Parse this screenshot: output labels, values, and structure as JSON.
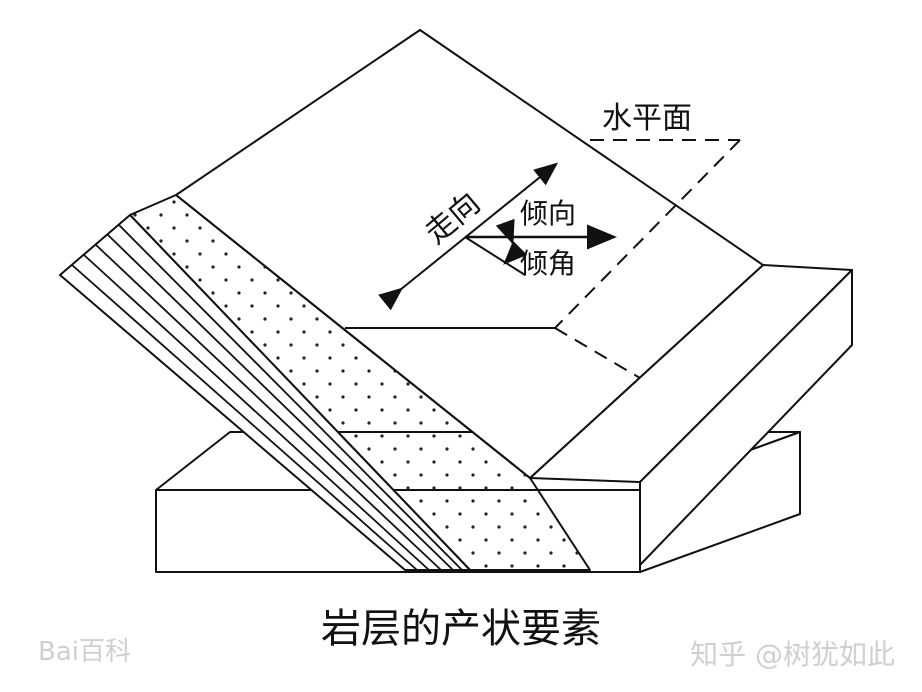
{
  "labels": {
    "horizontal_plane": "水平面",
    "strike": "走向",
    "dip_direction": "倾向",
    "dip_angle": "倾角"
  },
  "caption": "岩层的产状要素",
  "watermarks": {
    "left": "Bai百科",
    "right": "知乎 @树犹如此"
  },
  "colors": {
    "ink": "#111111",
    "background": "#ffffff",
    "watermark": "#cfcfcf"
  }
}
